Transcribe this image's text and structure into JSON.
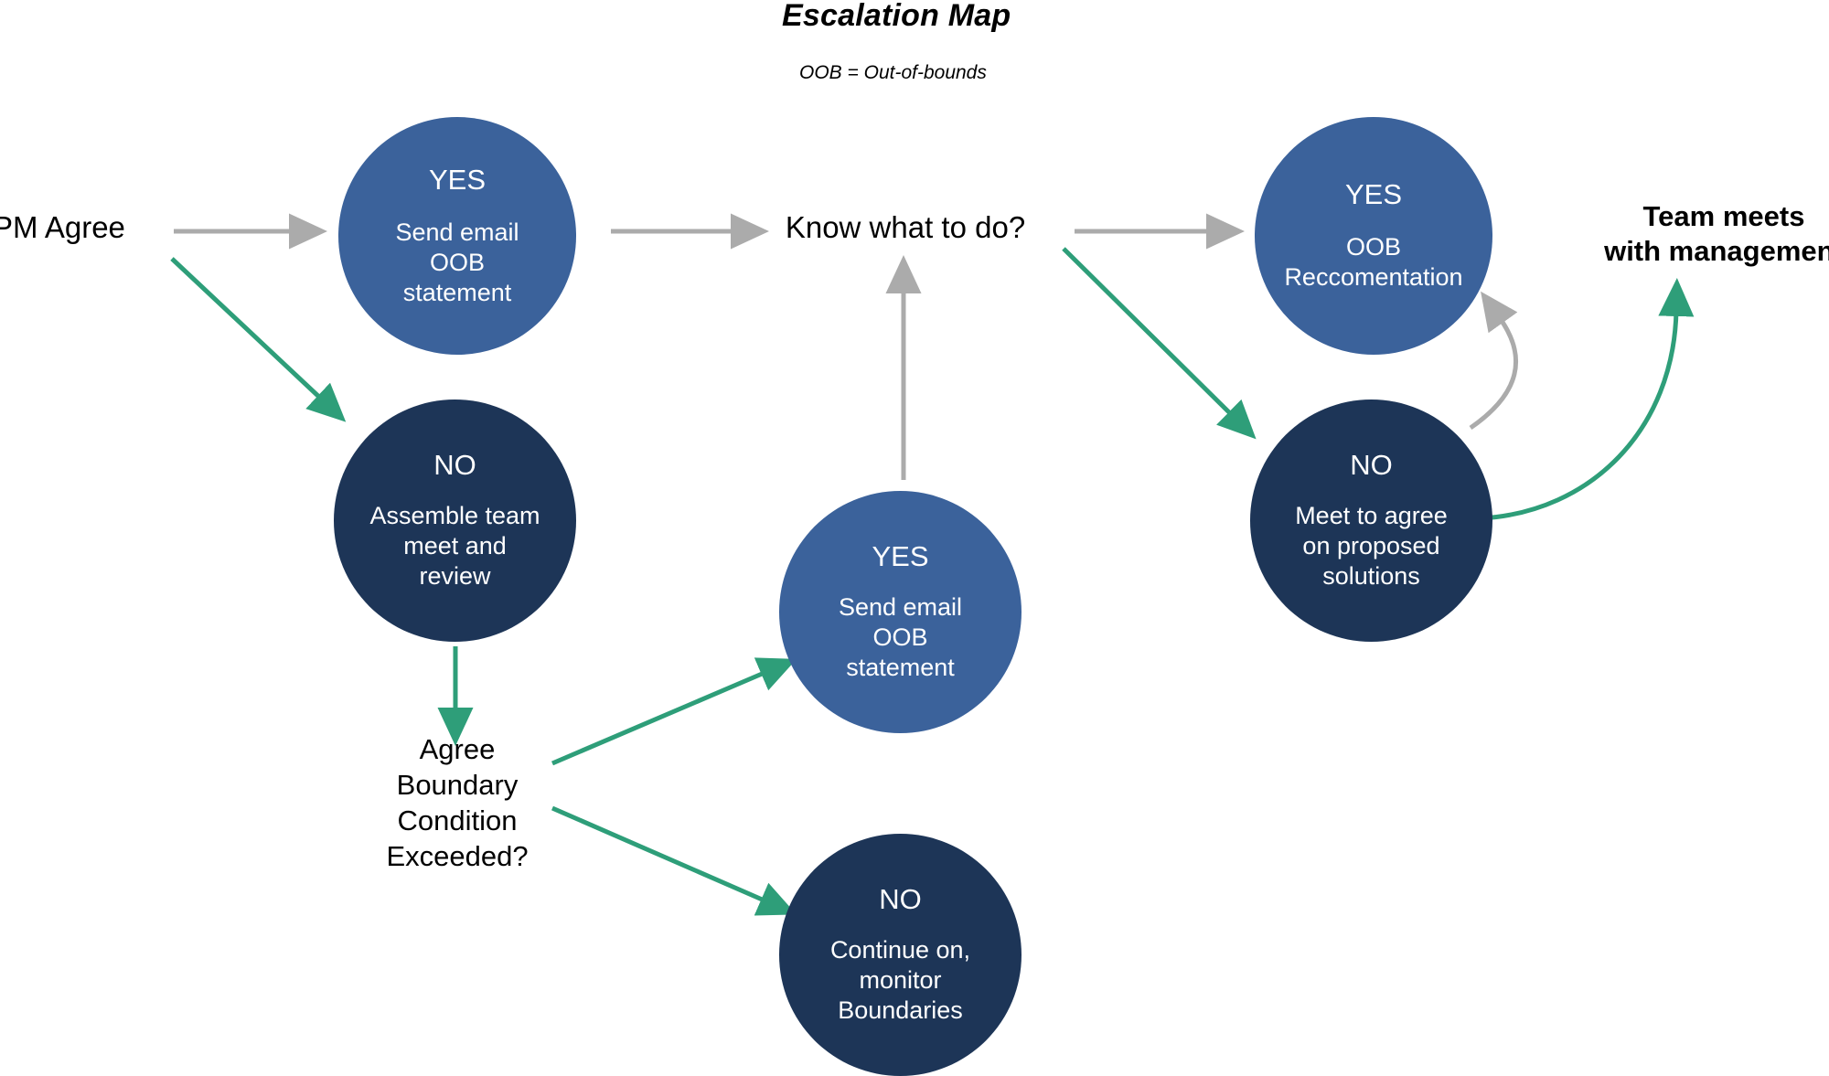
{
  "header": {
    "title": "Escalation Map",
    "subtitle": "OOB = Out-of-bounds"
  },
  "colors": {
    "blue": "#3B629B",
    "navy": "#1D3557",
    "green_arrow": "#2E9E79",
    "gray_arrow": "#ABABAB",
    "text": "#000000",
    "background": "#FFFFFF"
  },
  "nodes": {
    "pm_agree": {
      "label": "PM Agree"
    },
    "know_what_to_do": {
      "label": "Know what to do?"
    },
    "agree_boundary": {
      "label": "Agree\nBoundary\nCondition\nExceeded?"
    },
    "team_meets": {
      "label": "Team meets\nwith management"
    },
    "yes_send_email_1": {
      "head": "YES",
      "body": "Send email\nOOB\nstatement"
    },
    "no_assemble": {
      "head": "NO",
      "body": "Assemble team\nmeet and\nreview"
    },
    "yes_send_email_2": {
      "head": "YES",
      "body": "Send email\nOOB\nstatement"
    },
    "no_continue": {
      "head": "NO",
      "body": "Continue on,\nmonitor\nBoundaries"
    },
    "yes_oob_rec": {
      "head": "YES",
      "body": "OOB\nReccomentation"
    },
    "no_meet_agree": {
      "head": "NO",
      "body": "Meet to agree\non proposed\nsolutions"
    }
  },
  "edges": [
    {
      "id": "pm-to-yes1",
      "from": "pm_agree",
      "to": "yes_send_email_1",
      "color": "gray",
      "style": "straight"
    },
    {
      "id": "pm-to-no-assemble",
      "from": "pm_agree",
      "to": "no_assemble",
      "color": "green",
      "style": "straight"
    },
    {
      "id": "yes1-to-know",
      "from": "yes_send_email_1",
      "to": "know_what_to_do",
      "color": "gray",
      "style": "straight"
    },
    {
      "id": "know-to-yes-oob",
      "from": "know_what_to_do",
      "to": "yes_oob_rec",
      "color": "gray",
      "style": "straight"
    },
    {
      "id": "know-to-no-meet",
      "from": "know_what_to_do",
      "to": "no_meet_agree",
      "color": "green",
      "style": "straight"
    },
    {
      "id": "assemble-to-boundary",
      "from": "no_assemble",
      "to": "agree_boundary",
      "color": "green",
      "style": "straight"
    },
    {
      "id": "boundary-to-yes2",
      "from": "agree_boundary",
      "to": "yes_send_email_2",
      "color": "green",
      "style": "straight"
    },
    {
      "id": "boundary-to-no-cont",
      "from": "agree_boundary",
      "to": "no_continue",
      "color": "green",
      "style": "straight"
    },
    {
      "id": "yes2-to-know",
      "from": "yes_send_email_2",
      "to": "know_what_to_do",
      "color": "gray",
      "style": "straight"
    },
    {
      "id": "no-meet-to-yes-oob",
      "from": "no_meet_agree",
      "to": "yes_oob_rec",
      "color": "gray",
      "style": "curved"
    },
    {
      "id": "no-meet-to-team",
      "from": "no_meet_agree",
      "to": "team_meets",
      "color": "green",
      "style": "curved"
    }
  ]
}
